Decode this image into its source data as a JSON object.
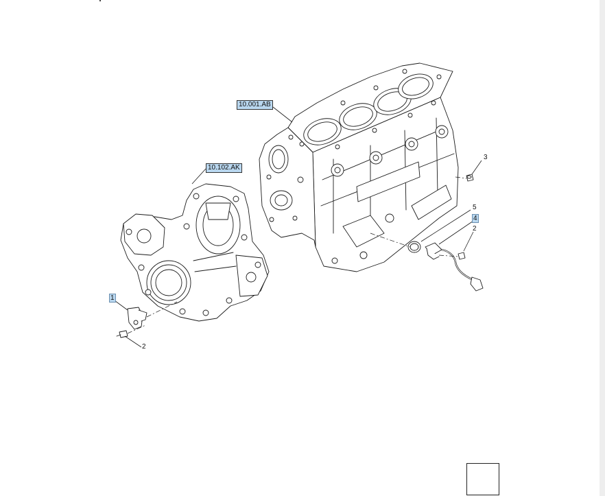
{
  "references": {
    "block": "10.001.AB",
    "cover": "10.102.AK"
  },
  "callouts": {
    "c1": "1",
    "c2_left": "2",
    "c2_right": "2",
    "c3": "3",
    "c4": "4",
    "c5": "5"
  },
  "icons": {
    "nav": "arrow-icon"
  },
  "colors": {
    "highlight": "#b9d7ef",
    "line": "#1a1a1a"
  }
}
